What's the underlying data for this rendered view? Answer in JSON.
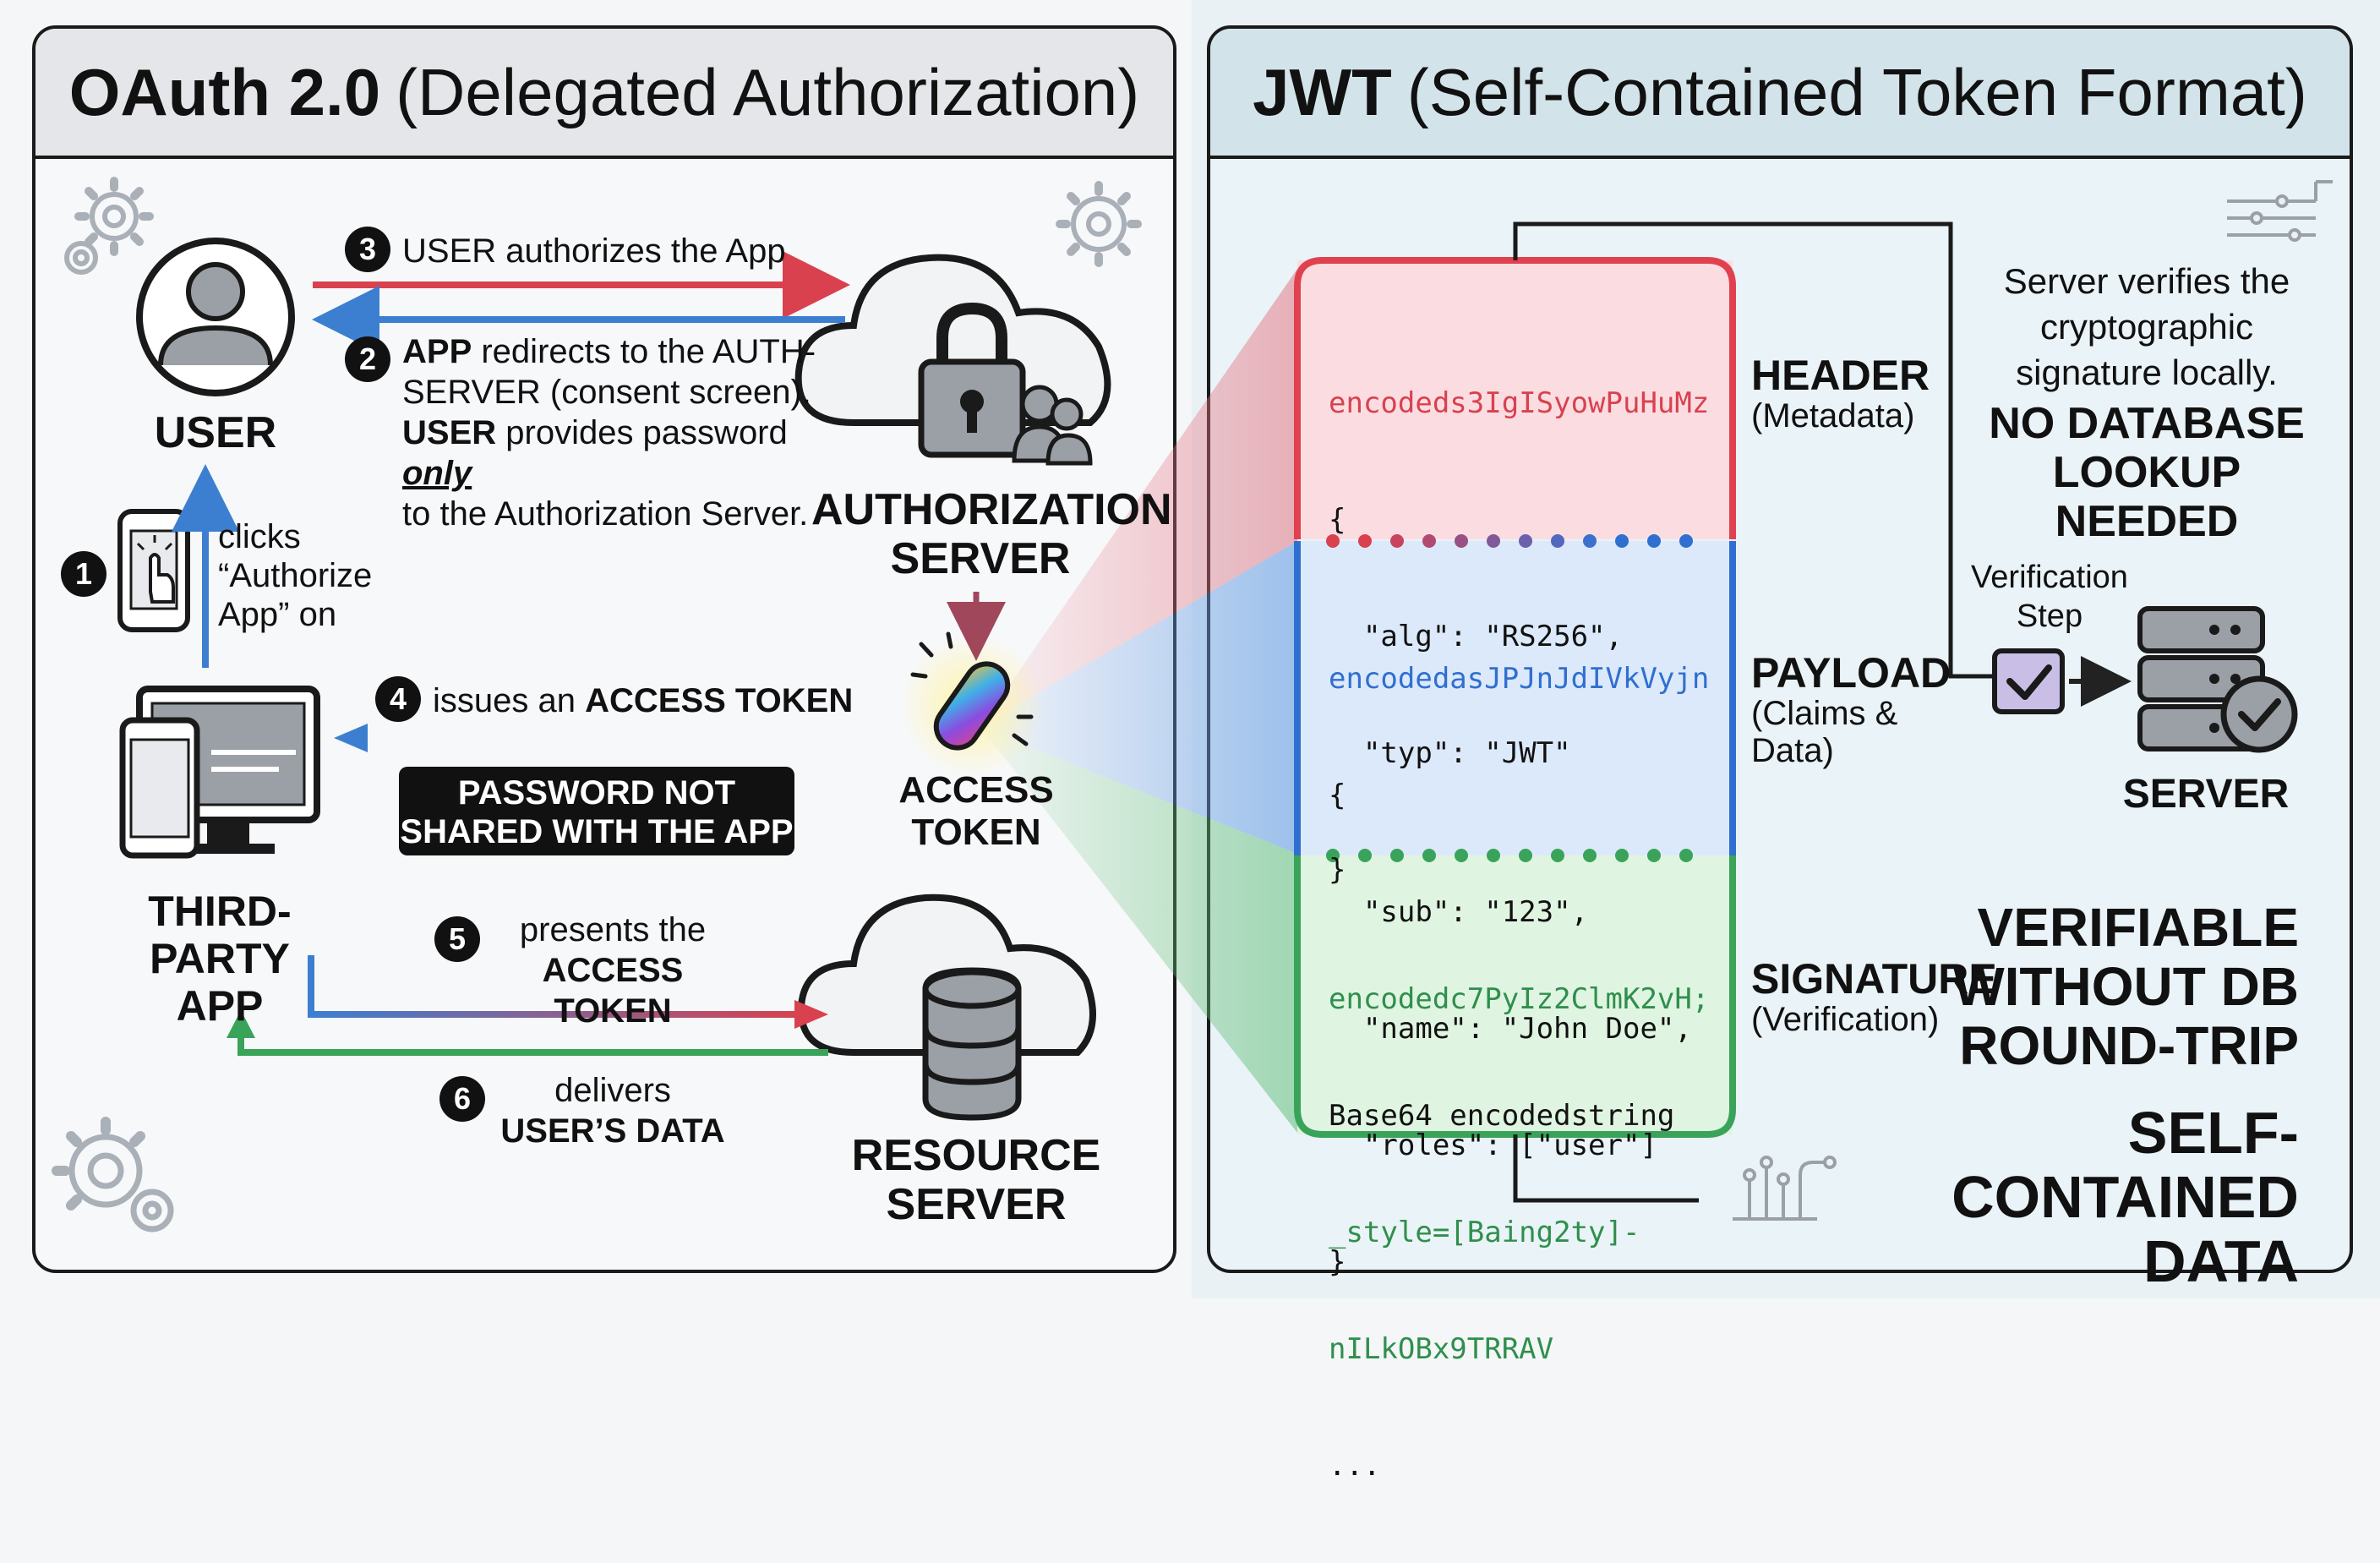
{
  "oauth": {
    "title_bold": "OAuth 2.0",
    "title_rest": "(Delegated Authorization)",
    "user_label": "USER",
    "auth_server_label": [
      "AUTHORIZATION",
      "SERVER"
    ],
    "app_label": [
      "THIRD-PARTY",
      "APP"
    ],
    "resource_server_label": [
      "RESOURCE",
      "SERVER"
    ],
    "access_token_label": "ACCESS TOKEN",
    "step1": {
      "num": "1",
      "text": [
        "clicks",
        "“Authorize",
        "App” on"
      ]
    },
    "step2": {
      "num": "2",
      "line1_bold": "APP",
      "line1_rest": " redirects to the AUTH-",
      "line2": "SERVER (consent screen).",
      "line3_bold": "USER",
      "line3_mid": " provides password ",
      "line3_emph": "only",
      "line4": "to the Authorization Server."
    },
    "step3": {
      "num": "3",
      "text": "USER authorizes the App"
    },
    "step4": {
      "num": "4",
      "text_rest": "issues an ",
      "text_bold": "ACCESS TOKEN"
    },
    "step5": {
      "num": "5",
      "line1": "presents the",
      "line2": "ACCESS TOKEN"
    },
    "step6": {
      "num": "6",
      "line1": "delivers",
      "line2": "USER’S DATA"
    },
    "password_note": [
      "PASSWORD NOT",
      "SHARED WITH THE APP"
    ]
  },
  "jwt": {
    "title_bold": "JWT",
    "title_rest": "(Self-Contained Token Format)",
    "header": {
      "code": [
        "encodeds3IgISyowPuHuMz",
        "{",
        "  \"alg\": \"RS256\",",
        "  \"typ\": \"JWT\"",
        "}"
      ],
      "label": "HEADER",
      "sub": "(Metadata)"
    },
    "payload": {
      "code": [
        "encodedasJPJnJdIVkVyjn",
        "{",
        "  \"sub\": \"123\",",
        "  \"name\": \"John Doe\",",
        "  \"roles\": [\"user\"]",
        "}"
      ],
      "label": "PAYLOAD",
      "sub": [
        "(Claims &",
        "Data)"
      ]
    },
    "signature": {
      "code": [
        "encodedc7PyIz2ClmK2vH;",
        "Base64 encodedstring",
        "_style=[Baing2ty]-",
        "nILkOBx9TRRAV",
        "..."
      ],
      "label": "SIGNATURE",
      "sub": "(Verification)"
    },
    "verify_text": [
      "Server verifies the",
      "cryptographic",
      "signature locally."
    ],
    "no_db": [
      "NO DATABASE",
      "LOOKUP NEEDED"
    ],
    "verification_step": [
      "Verification",
      "Step"
    ],
    "server_label": "SERVER",
    "verifiable": [
      "VERIFIABLE",
      "WITHOUT DB",
      "ROUND-TRIP"
    ],
    "self_contained": [
      "SELF-CONTAINED",
      "DATA"
    ]
  },
  "colors": {
    "red_arrow": "#d9414f",
    "blue_arrow": "#3c7fd0",
    "green_arrow": "#3aa35a",
    "header_fill": "#fbdde1",
    "header_border": "#e0414f",
    "payload_fill": "#dce9fa",
    "payload_border": "#2f6fd0",
    "signature_fill": "#e0f4e2",
    "signature_border": "#3aa35a"
  }
}
